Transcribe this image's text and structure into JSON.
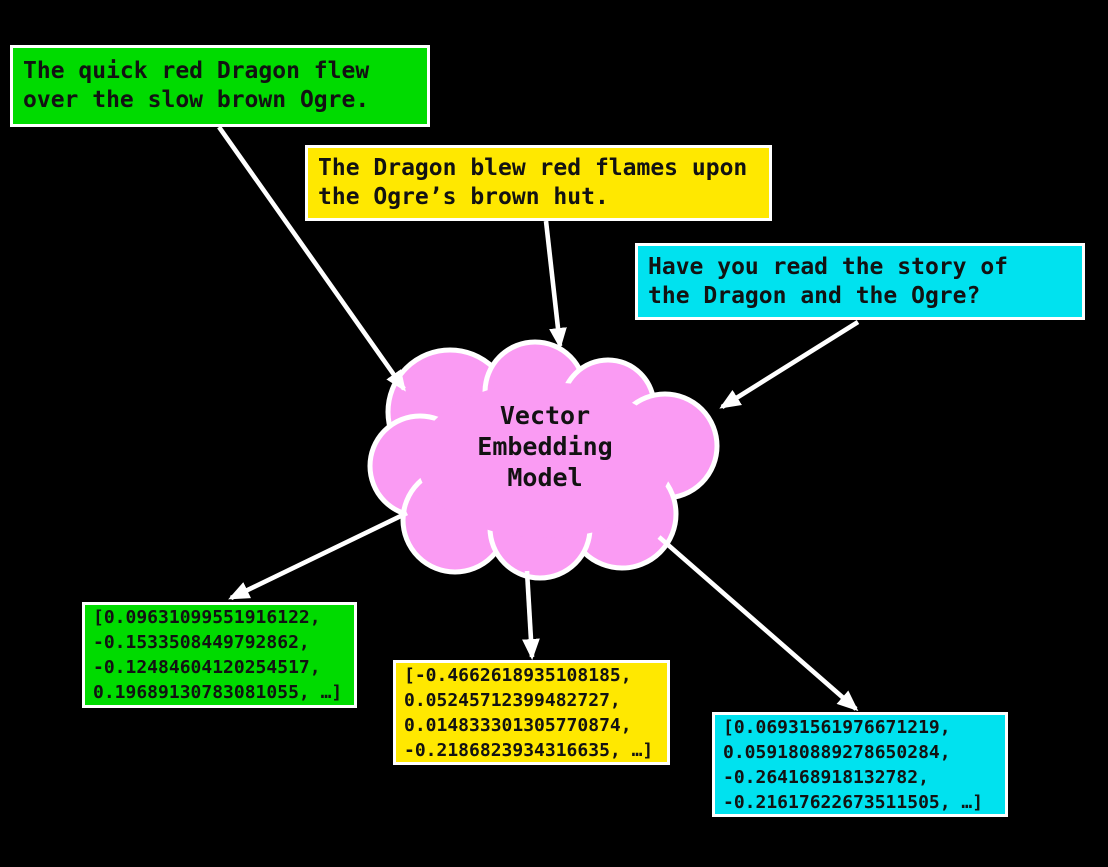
{
  "canvas": {
    "background_color": "#000000",
    "border_color": "#ffffff",
    "text_color": "#121212",
    "arrow_color": "#ffffff"
  },
  "inputs": [
    {
      "name": "sentence-1",
      "color": "#00DB00",
      "lines": [
        "The quick red Dragon flew",
        "over the slow brown Ogre."
      ]
    },
    {
      "name": "sentence-2",
      "color": "#FFE800",
      "lines": [
        "The Dragon blew red flames upon",
        "the Ogre’s brown hut."
      ]
    },
    {
      "name": "sentence-3",
      "color": "#00E2EF",
      "lines": [
        "Have you read the story of",
        "the Dragon and the Ogre?"
      ]
    }
  ],
  "model": {
    "color": "#FA9BF3",
    "label_lines": [
      "Vector",
      "Embedding",
      "Model"
    ]
  },
  "outputs": [
    {
      "name": "vector-1",
      "color": "#00DB00",
      "lines": [
        "[0.09631099551916122,",
        "-0.1533508449792862,",
        "-0.12484604120254517,",
        "0.19689130783081055, …]"
      ]
    },
    {
      "name": "vector-2",
      "color": "#FFE800",
      "lines": [
        "[-0.4662618935108185,",
        "0.05245712399482727,",
        "0.014833301305770874,",
        "-0.2186823934316635, …]"
      ]
    },
    {
      "name": "vector-3",
      "color": "#00E2EF",
      "lines": [
        "[0.06931561976671219,",
        "0.059180889278650284,",
        "-0.264168918132782,",
        "-0.21617622673511505, …]"
      ]
    }
  ]
}
